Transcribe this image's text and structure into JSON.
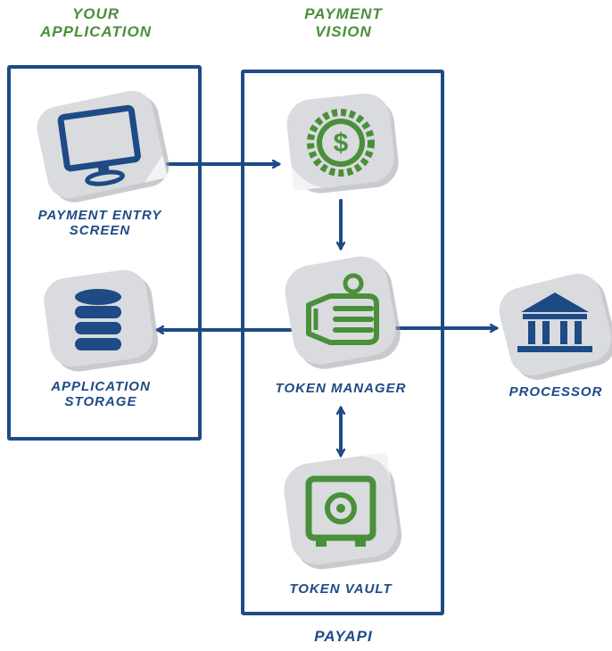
{
  "sections": {
    "your_application_line1": "YOUR",
    "your_application_line2": "APPLICATION",
    "payment_vision_line1": "PAYMENT",
    "payment_vision_line2": "VISION",
    "payapi": "PAYAPI"
  },
  "nodes": {
    "payment_entry_screen_line1": "PAYMENT ENTRY",
    "payment_entry_screen_line2": "SCREEN",
    "application_storage_line1": "APPLICATION",
    "application_storage_line2": "STORAGE",
    "token_manager": "TOKEN MANAGER",
    "token_vault": "TOKEN VAULT",
    "processor": "PROCESSOR"
  },
  "colors": {
    "blue": "#1e4a86",
    "green": "#4a8f3a",
    "sticker": "#d9dbde"
  },
  "icons": {
    "payment_entry_screen": "monitor-icon",
    "application_storage": "database-icon",
    "payment_vision": "dollar-gear-icon",
    "token_manager": "token-hand-icon",
    "token_vault": "vault-icon",
    "processor": "bank-icon"
  }
}
